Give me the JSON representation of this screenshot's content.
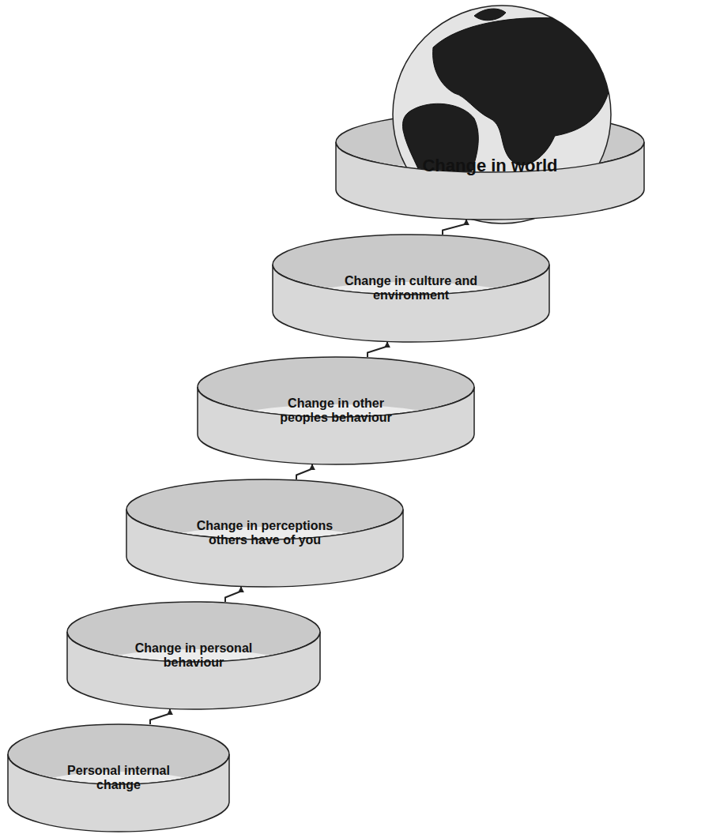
{
  "diagram": {
    "nodes": [
      {
        "text": [
          "Personal internal change"
        ]
      },
      {
        "text": [
          "Change in personal behaviour"
        ]
      },
      {
        "text": [
          "Change in perceptions others have of you"
        ]
      },
      {
        "text": [
          "Change in other peoples behaviour"
        ]
      },
      {
        "text": [
          "Change in culture and environment"
        ]
      },
      {
        "text": [
          "Change in world"
        ]
      }
    ],
    "edges": [
      {
        "from": 0,
        "to": 1,
        "arrow": "to"
      },
      {
        "from": 1,
        "to": 2,
        "arrow": "to"
      },
      {
        "from": 2,
        "to": 3,
        "arrow": "to"
      },
      {
        "from": 3,
        "to": 4,
        "arrow": "to"
      },
      {
        "from": 4,
        "to": 5,
        "arrow": "to"
      }
    ]
  }
}
